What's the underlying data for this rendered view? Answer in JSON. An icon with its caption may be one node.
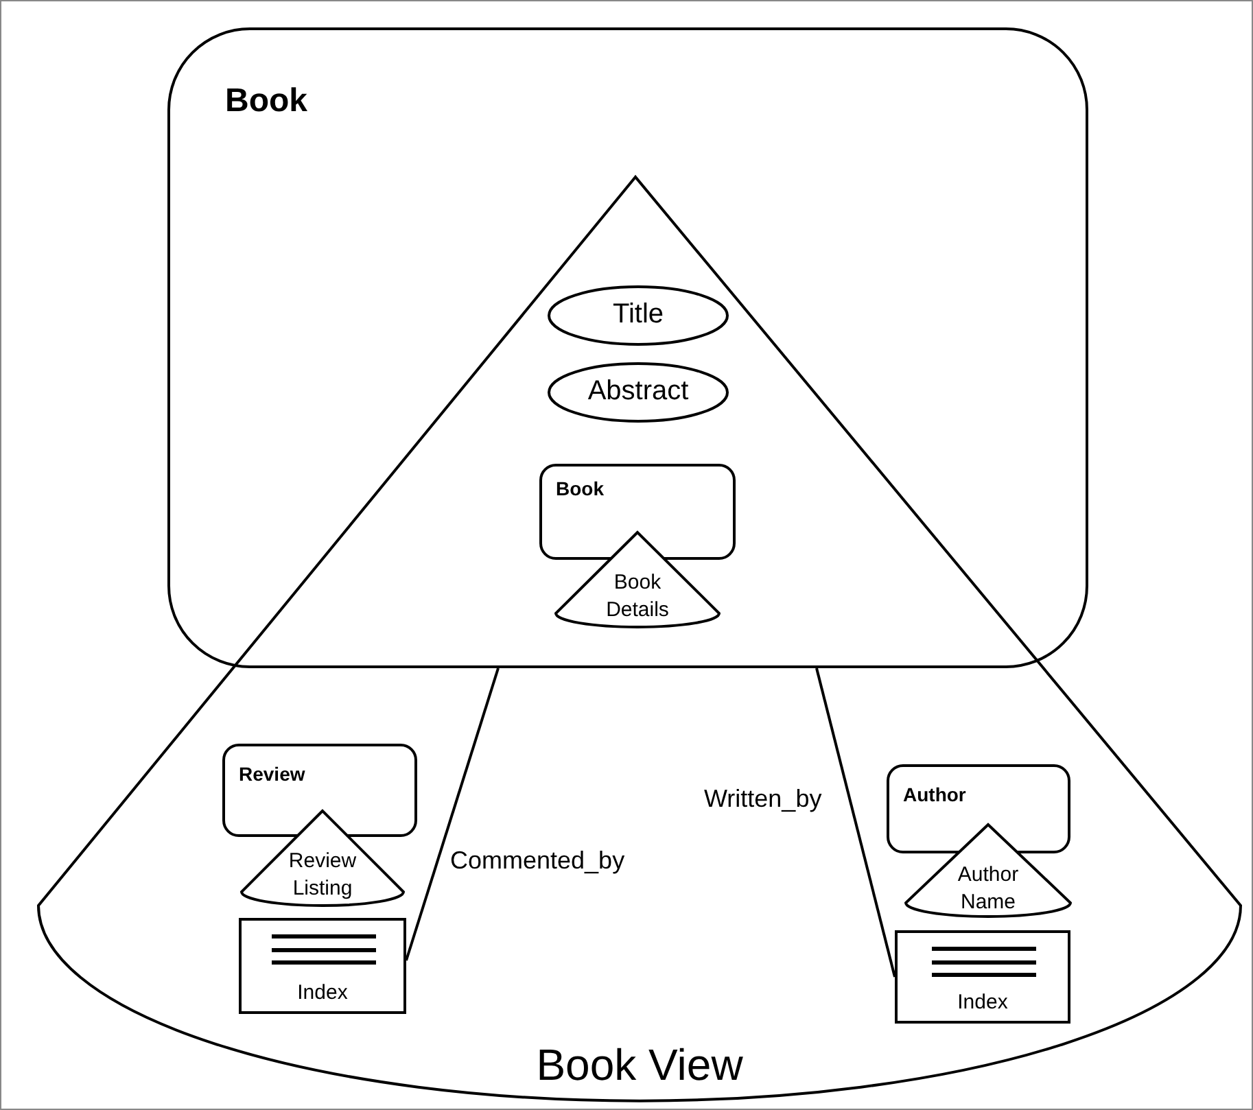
{
  "diagram": {
    "nodes": [
      {
        "text": [
          "Book View"
        ]
      },
      {
        "text": [
          "Book"
        ]
      },
      {
        "text": [
          "Title"
        ]
      },
      {
        "text": [
          "Abstract"
        ]
      },
      {
        "text": [
          "Book"
        ]
      },
      {
        "text": [
          "Book Details"
        ]
      },
      {
        "text": [
          "Review"
        ],
        "in": 0
      },
      {
        "text": [
          "Review Listing"
        ],
        "in": 0
      },
      {
        "text": [
          "Index"
        ],
        "in": 0
      },
      {
        "text": [
          "Author"
        ],
        "in": 0
      },
      {
        "text": [
          "Author Name"
        ],
        "in": 0
      },
      {
        "text": [
          "Index"
        ],
        "in": 0
      }
    ],
    "edges": [
      {
        "from": 1,
        "to": 8,
        "arrow": "none",
        "label": "Commented_by"
      },
      {
        "from": 1,
        "to": 11,
        "arrow": "none",
        "label": "Written_by"
      }
    ]
  }
}
